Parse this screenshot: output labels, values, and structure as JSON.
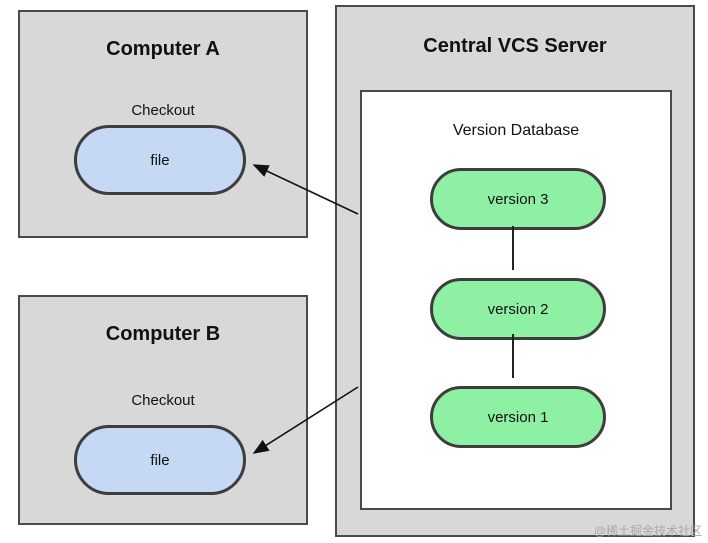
{
  "computer_a": {
    "title": "Computer A",
    "checkout_label": "Checkout",
    "file_label": "file"
  },
  "computer_b": {
    "title": "Computer B",
    "checkout_label": "Checkout",
    "file_label": "file"
  },
  "server": {
    "title": "Central VCS Server",
    "database_title": "Version Database",
    "versions": [
      "version 3",
      "version 2",
      "version 1"
    ]
  },
  "watermark": "@稀土掘金技术社区",
  "colors": {
    "box_fill": "#d8d8d8",
    "file_node_fill": "#c6d9f4",
    "version_node_fill": "#8df0a2",
    "node_border": "#3d3d3d",
    "arrow": "#111111"
  }
}
